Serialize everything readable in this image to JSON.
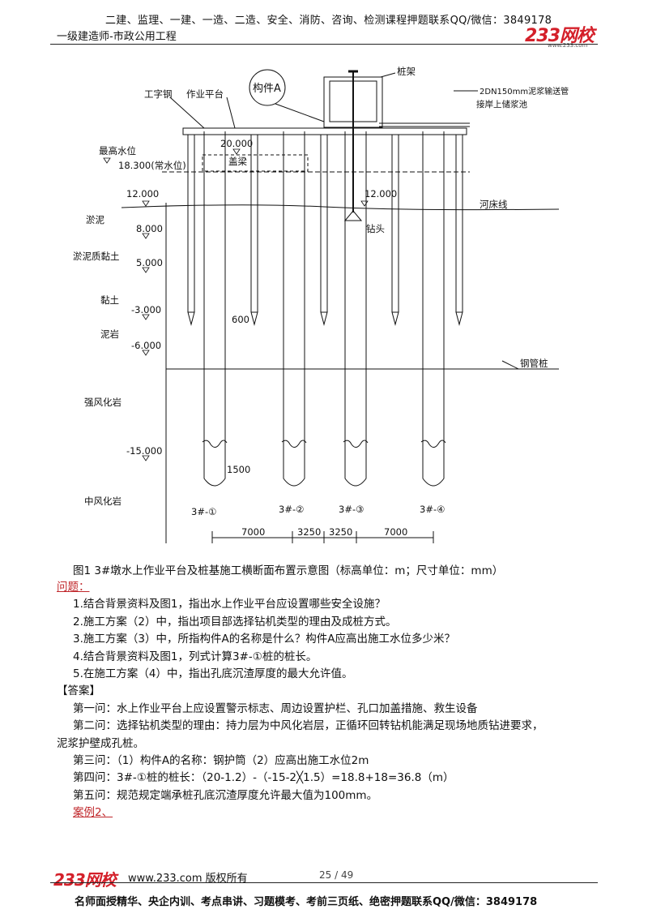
{
  "header": {
    "top_line": "二建、监理、一建、一造、二造、安全、消防、咨询、检测课程押题联系QQ/微信：3849178",
    "sub_title": "一级建造师-市政公用工程",
    "logo_main": "233网校",
    "logo_sub": "www.233.com"
  },
  "figure": {
    "labels": {
      "gongzigang": "工字钢",
      "platform": "作业平台",
      "component_a": "构件A",
      "pile_frame": "桩架",
      "pipe": "2DN150mm泥浆输送管",
      "pool": "接岸上储浆池",
      "elev_20": "20.000",
      "cap_beam": "盖梁",
      "max_water": "最高水位",
      "elev_183": "18.300(常水位)",
      "elev_12_left": "12.000",
      "elev_12_right": "12.000",
      "riverbed": "河床线",
      "drill_head": "钻头",
      "dim_600": "600",
      "steel_pile": "钢管桩",
      "dim_1500": "1500"
    },
    "strata": [
      {
        "name": "淤泥",
        "elev": "8.000"
      },
      {
        "name": "淤泥质黏土",
        "elev": "5.000"
      },
      {
        "name": "黏土",
        "elev": "-3.000"
      },
      {
        "name": "泥岩",
        "elev": "-6.000"
      },
      {
        "name": "强风化岩",
        "elev": "-15.000"
      },
      {
        "name": "中风化岩",
        "elev": ""
      }
    ],
    "piles": [
      "3#-①",
      "3#-②",
      "3#-③",
      "3#-④"
    ],
    "dims": [
      "7000",
      "3250",
      "3250",
      "7000"
    ]
  },
  "caption": "图1 3#墩水上作业平台及桩基施工横断面布置示意图（标高单位：m；尺寸单位：mm）",
  "questions_title": "问题：",
  "questions": [
    "1.结合背景资料及图1，指出水上作业平台应设置哪些安全设施？",
    "2.施工方案（2）中，指出项目部选择钻机类型的理由及成桩方式。",
    "3.施工方案（3）中，所指构件A的名称是什么？构件A应高出施工水位多少米？",
    "4.结合背景资料及图1，列式计算3#-①桩的桩长。",
    "5.在施工方案（4）中，指出孔底沉渣厚度的最大允许值。"
  ],
  "answer_title": "【答案】",
  "answers": [
    "第一问：水上作业平台上应设置警示标志、周边设置护栏、孔口加盖措施、救生设备",
    "第二问：选择钻机类型的理由：持力层为中风化岩层，正循环回转钻机能满足现场地质钻进要求，",
    "泥浆护壁成孔桩。",
    "第三问：（1）构件A的名称：钢护筒（2）应高出施工水位2m",
    "第四问：3#-①桩的桩长：（20-1.2）-（-15-2╳1.5）=18.8+18=36.8（m）",
    "第五问：规范规定端承桩孔底沉渣厚度允许最大值为100mm。"
  ],
  "next_case": "案例2、",
  "footer": {
    "logo": "233网校",
    "site": "www.233.com 版权所有",
    "page": "25 / 49",
    "bottom": "名师面授精华、央企内训、考点串讲、习题模考、考前三页纸、绝密押题联系QQ/微信：3849178"
  }
}
